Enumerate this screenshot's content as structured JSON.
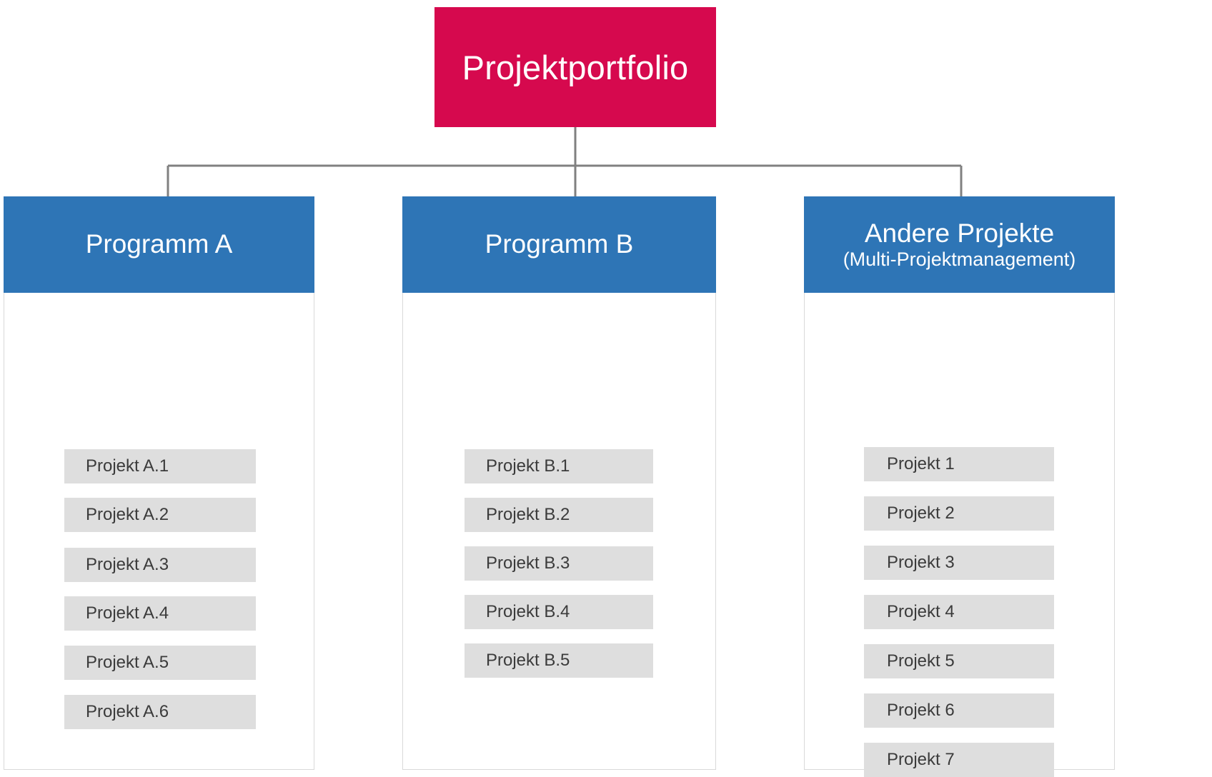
{
  "diagram": {
    "type": "org-chart",
    "title": "Projektportfolio Struktur",
    "colors": {
      "root": "#D6094E",
      "header": "#2E75B6",
      "project_box": "#DEDEDE",
      "arrow": "#D6094E",
      "arrow_light": "#E05C85",
      "connector": "#808080",
      "card_border": "#D9D9D9"
    }
  },
  "root": {
    "label": "Projektportfolio"
  },
  "columns": [
    {
      "id": "programm-a",
      "title": "Programm A",
      "subtitle": "",
      "projects": [
        {
          "label": "Projekt A.1"
        },
        {
          "label": "Projekt A.2"
        },
        {
          "label": "Projekt A.3"
        },
        {
          "label": "Projekt A.4"
        },
        {
          "label": "Projekt A.5"
        },
        {
          "label": "Projekt A.6"
        }
      ]
    },
    {
      "id": "programm-b",
      "title": "Programm B",
      "subtitle": "",
      "projects": [
        {
          "label": "Projekt B.1"
        },
        {
          "label": "Projekt B.2"
        },
        {
          "label": "Projekt B.3"
        },
        {
          "label": "Projekt B.4"
        },
        {
          "label": "Projekt B.5"
        }
      ]
    },
    {
      "id": "andere-projekte",
      "title": "Andere Projekte",
      "subtitle": "(Multi-Projektmanagement)",
      "projects": [
        {
          "label": "Projekt 1"
        },
        {
          "label": "Projekt 2"
        },
        {
          "label": "Projekt 3"
        },
        {
          "label": "Projekt 4"
        },
        {
          "label": "Projekt 5"
        },
        {
          "label": "Projekt 6"
        },
        {
          "label": "Projekt 7"
        }
      ]
    }
  ],
  "dependencies": {
    "programm_a": [
      {
        "from": "Projekt A.1",
        "to": "Projekt A.2"
      },
      {
        "from": "Projekt A.2",
        "to": "Projekt A.3"
      },
      {
        "from": "Projekt A.3",
        "to": "Projekt A.4"
      },
      {
        "from": "Projekt A.4",
        "to": "Projekt A.5"
      },
      {
        "from": "Projekt A.4",
        "to": "Projekt A.6"
      }
    ],
    "programm_b": [
      {
        "from": "Projekt B.1",
        "to": "Projekt B.2"
      },
      {
        "from": "Projekt B.2",
        "to": "Projekt B.3"
      },
      {
        "from": "Projekt B.2",
        "to": "Projekt B.4"
      },
      {
        "from": "Projekt B.3",
        "to": "Projekt B.5"
      },
      {
        "from": "Projekt B.3",
        "to": "Projekt B.5"
      }
    ],
    "andere_projekte": []
  }
}
